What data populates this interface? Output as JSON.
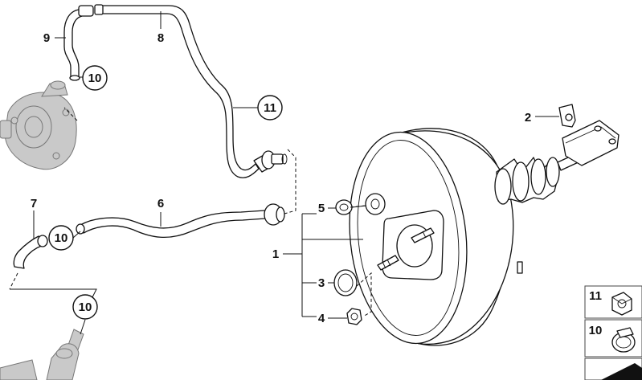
{
  "diagram": {
    "callouts": {
      "c1": "1",
      "c2": "2",
      "c3": "3",
      "c4": "4",
      "c5": "5",
      "c6": "6",
      "c7": "7",
      "c8": "8",
      "c9": "9",
      "c10a": "10",
      "c10b": "10",
      "c10c": "10",
      "c11": "11"
    },
    "legend": {
      "item_a": "11",
      "item_b": "10"
    }
  }
}
